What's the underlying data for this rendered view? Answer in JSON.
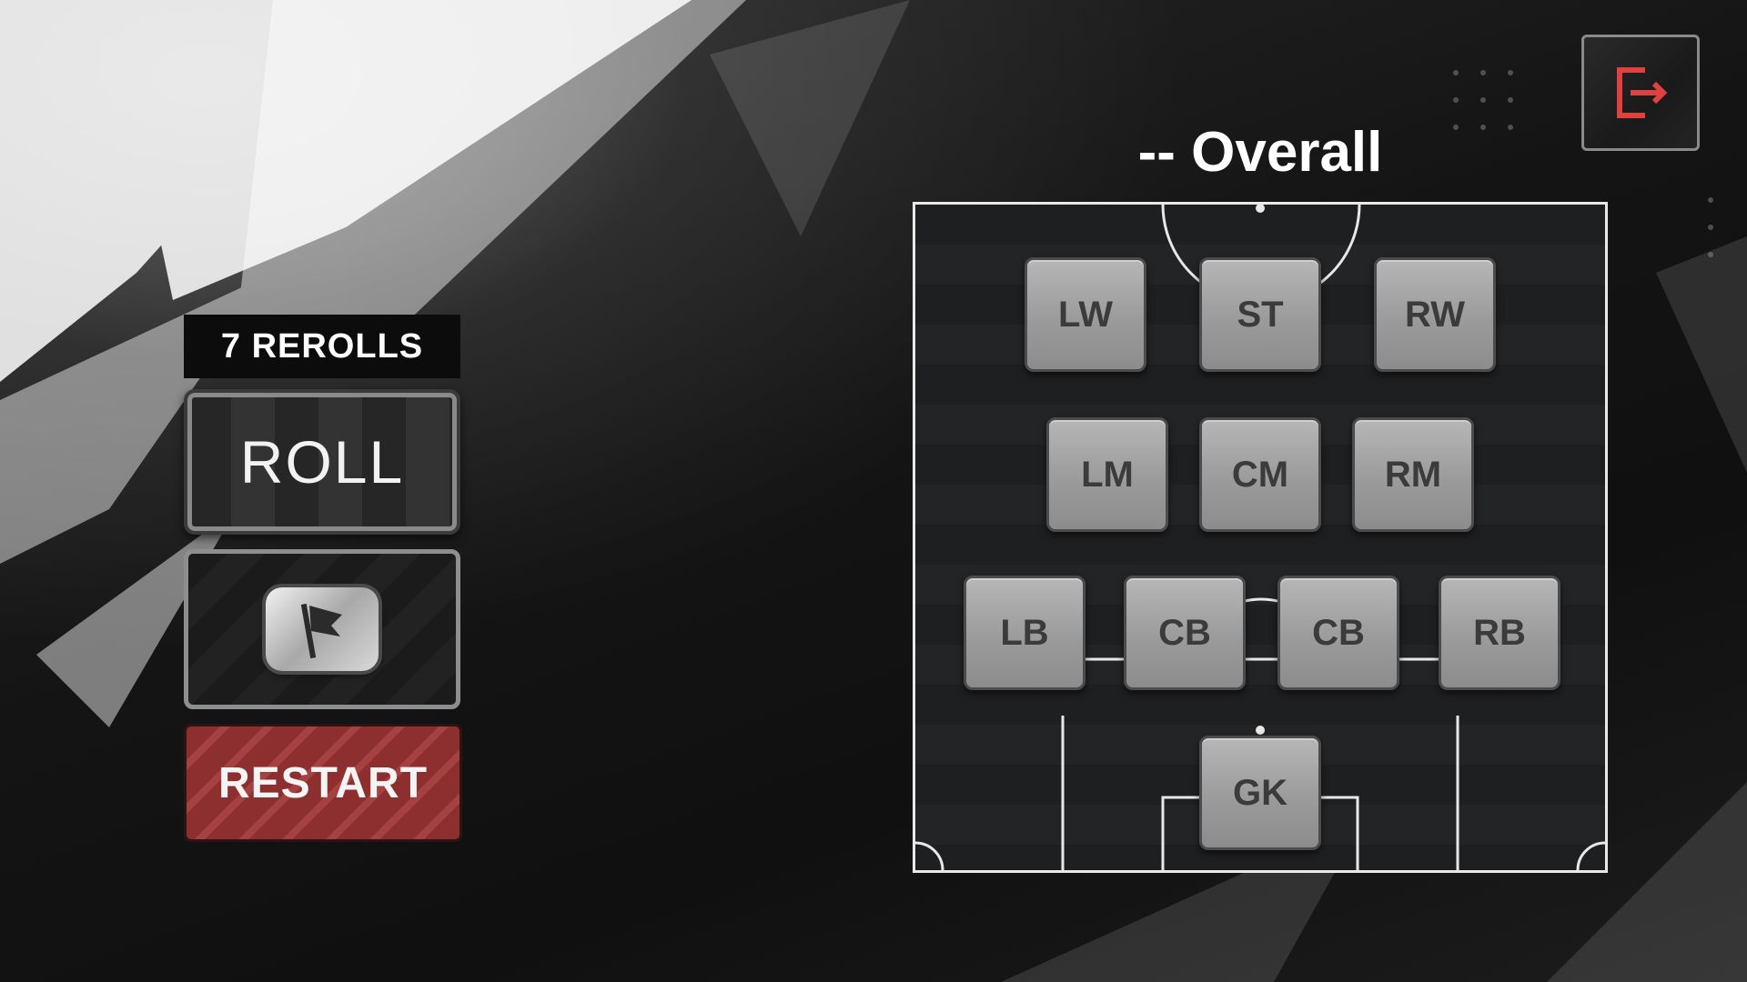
{
  "left_panel": {
    "rerolls": "7 REROLLS",
    "roll_label": "ROLL",
    "restart_label": "RESTART"
  },
  "header": {
    "overall": "-- Overall"
  },
  "icons": {
    "exit": "exit-door-icon",
    "flag": "flag-icon"
  },
  "colors": {
    "accent_red": "#e0413f",
    "restart_red": "#8d2f2f",
    "card_grey": "#a6a6a6",
    "pitch_line": "#e8e8e8"
  },
  "positions": {
    "lw": "LW",
    "st": "ST",
    "rw": "RW",
    "lm": "LM",
    "cm": "CM",
    "rm": "RM",
    "lb": "LB",
    "cb1": "CB",
    "cb2": "CB",
    "rb": "RB",
    "gk": "GK"
  }
}
